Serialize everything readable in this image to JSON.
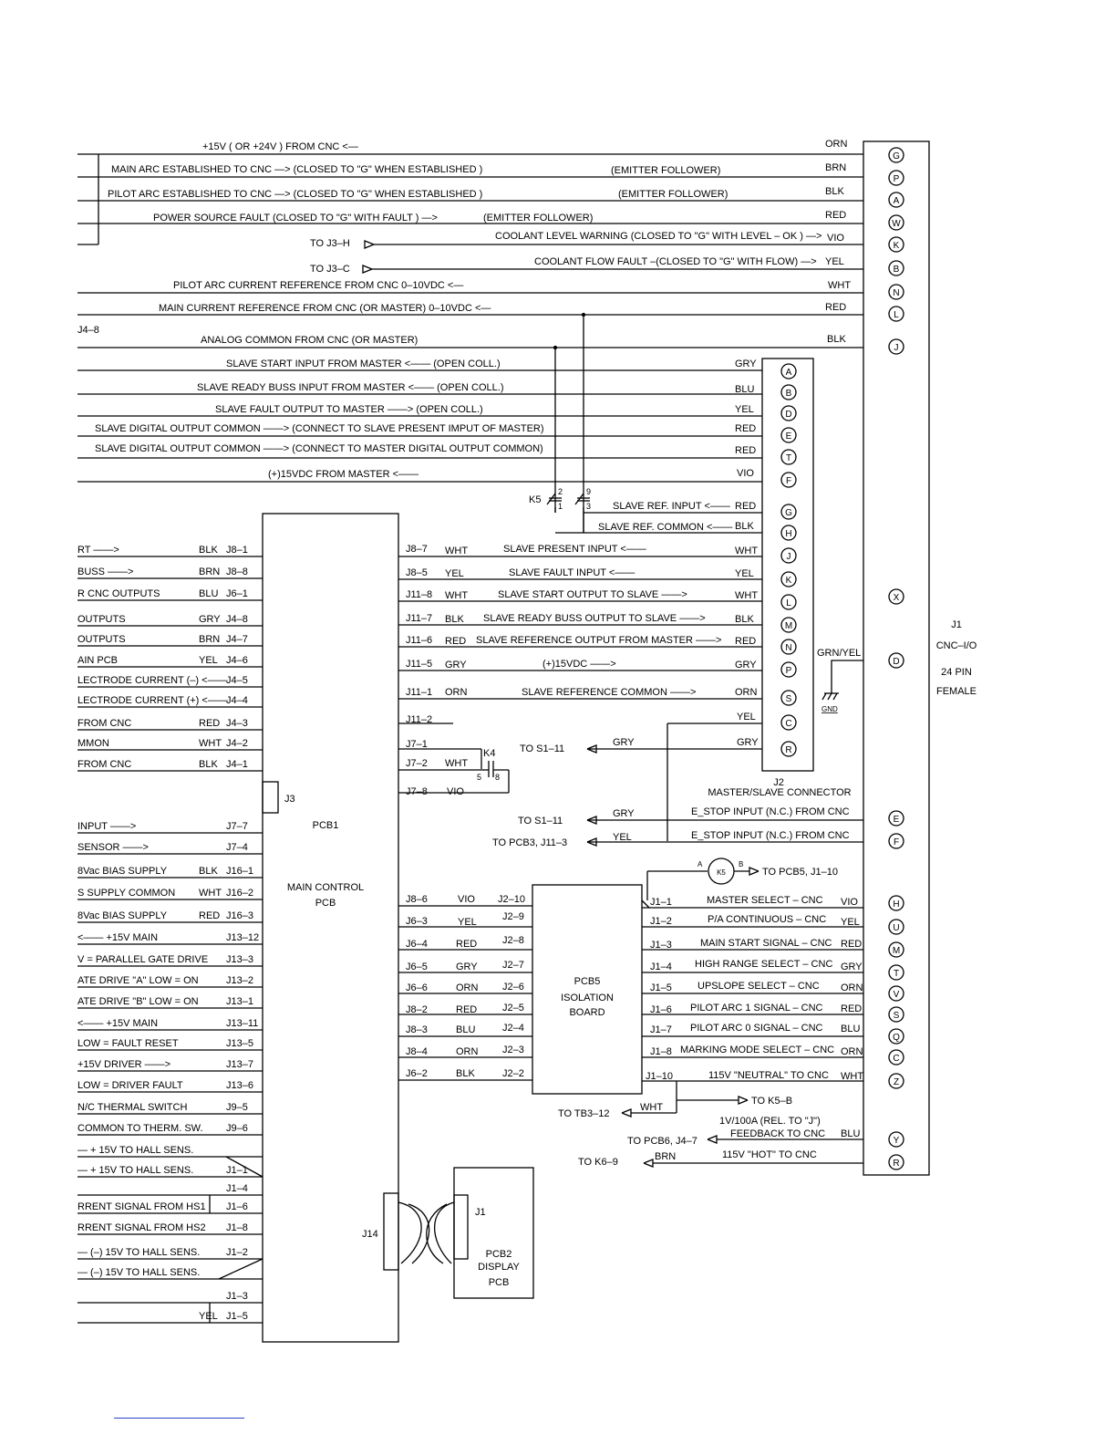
{
  "cnc_io_lines": [
    {
      "label": "+15V ( OR +24V ) FROM CNC <—",
      "color": "ORN",
      "pin": "G"
    },
    {
      "label": "MAIN ARC ESTABLISHED TO CNC —> (CLOSED TO \"G\" WHEN ESTABLISHED )",
      "note": "(EMITTER FOLLOWER)",
      "color": "BRN",
      "pin": "P"
    },
    {
      "label": "PILOT ARC ESTABLISHED TO CNC —> (CLOSED TO \"G\" WHEN ESTABLISHED )",
      "note": "(EMITTER FOLLOWER)",
      "color": "BLK",
      "pin": "A"
    },
    {
      "label": "POWER SOURCE FAULT (CLOSED TO \"G\" WITH  FAULT ) —>",
      "note": "(EMITTER FOLLOWER)",
      "color": "RED",
      "pin": "W"
    },
    {
      "label": "COOLANT LEVEL WARNING (CLOSED TO \"G\" WITH LEVEL – OK ) —>",
      "dest": "TO J3–H",
      "color": "VIO",
      "pin": "K"
    },
    {
      "label": "COOLANT FLOW  FAULT –(CLOSED TO \"G\" WITH FLOW) —>",
      "dest": "TO J3–C",
      "color": "YEL",
      "pin": "B"
    },
    {
      "label": "PILOT ARC CURRENT REFERENCE FROM CNC 0–10VDC <—",
      "color": "WHT",
      "pin": "N"
    },
    {
      "label": "MAIN CURRENT REFERENCE FROM CNC (OR MASTER) 0–10VDC <—",
      "color": "RED",
      "pin": "L"
    },
    {
      "label": "ANALOG COMMON FROM CNC (OR MASTER)",
      "color": "BLK",
      "pin": "J"
    }
  ],
  "j4_8_label": "J4–8",
  "slave_lines": [
    {
      "label": "SLAVE START INPUT FROM MASTER <—— (OPEN COLL.)",
      "color": "GRY",
      "pin": "A"
    },
    {
      "label": "SLAVE READY BUSS INPUT FROM MASTER <—— (OPEN COLL.)",
      "color": "BLU",
      "pin": "B"
    },
    {
      "label": "SLAVE FAULT OUTPUT TO MASTER ——> (OPEN COLL.)",
      "color": "YEL",
      "pin": "D"
    },
    {
      "label": "SLAVE DIGITAL OUTPUT COMMON ——> (CONNECT TO SLAVE PRESENT IMPUT OF MASTER)",
      "color": "RED",
      "pin": "E"
    },
    {
      "label": "SLAVE  DIGITAL OUTPUT COMMON ——> (CONNECT TO MASTER DIGITAL OUTPUT COMMON)",
      "color": "RED",
      "pin": "T"
    },
    {
      "label": "(+)15VDC FROM MASTER <——",
      "color": "VIO",
      "pin": "F"
    }
  ],
  "k5": {
    "name": "K5",
    "p2": "2",
    "p1": "1",
    "p9": "9",
    "p3": "3"
  },
  "slave_ref": [
    {
      "label": "SLAVE REF. INPUT <——",
      "color": "RED",
      "pin": "G"
    },
    {
      "label": "SLAVE REF. COMMON <——",
      "color": "BLK",
      "pin": "H"
    }
  ],
  "pcb1_right": [
    {
      "j": "J8–7",
      "w": "WHT",
      "label": "SLAVE PRESENT INPUT <——",
      "color": "WHT",
      "pin": "J"
    },
    {
      "j": "J8–5",
      "w": "YEL",
      "label": "SLAVE FAULT INPUT <——",
      "color": "YEL",
      "pin": "K"
    },
    {
      "j": "J11–8",
      "w": "WHT",
      "label": "SLAVE START OUTPUT TO SLAVE ——>",
      "color": "WHT",
      "pin": "L"
    },
    {
      "j": "J11–7",
      "w": "BLK",
      "label": "SLAVE READY BUSS OUTPUT TO SLAVE ——>",
      "color": "BLK",
      "pin": "M"
    },
    {
      "j": "J11–6",
      "w": "RED",
      "label": "SLAVE REFERENCE OUTPUT FROM MASTER ——>",
      "color": "RED",
      "pin": "N"
    },
    {
      "j": "J11–5",
      "w": "GRY",
      "label": "(+)15VDC ——>",
      "color": "GRY",
      "pin": "P"
    },
    {
      "j": "J11–1",
      "w": "ORN",
      "label": "SLAVE REFERENCE COMMON ——>",
      "color": "ORN",
      "pin": "S"
    },
    {
      "j": "J11–2",
      "w": "",
      "label": "",
      "color": "YEL",
      "pin": "C"
    },
    {
      "j": "J7–1",
      "w": "",
      "label": "",
      "color": "GRY",
      "pin": "R"
    },
    {
      "j": "J7–2",
      "w": "WHT",
      "label": "",
      "color": "",
      "pin": ""
    },
    {
      "j": "J7–8",
      "w": "VIO",
      "label": "",
      "color": "",
      "pin": ""
    }
  ],
  "grn_yel": "GRN/YEL",
  "gnd": "GND",
  "j2": {
    "name": "J2",
    "title": "MASTER/SLAVE CONNECTOR"
  },
  "k4": {
    "name": "K4",
    "p5": "5",
    "p8": "8",
    "dest": "TO S1–11",
    "wire": "GRY"
  },
  "estop": [
    {
      "dest": "TO S1–11",
      "wire": "GRY",
      "label": "E_STOP INPUT (N.C.) FROM CNC",
      "pin": "E"
    },
    {
      "dest": "TO PCB3, J11–3",
      "wire": "YEL",
      "label": "E_STOP INPUT (N.C.) FROM CNC",
      "pin": "F"
    }
  ],
  "j1_info": {
    "name": "J1",
    "title": "CNC–I/O",
    "pins": "24 PIN",
    "type": "FEMALE",
    "x_pin": "X",
    "d_pin": "D"
  },
  "k5_coil": {
    "a": "A",
    "b": "B",
    "name": "K5",
    "dest": "TO PCB5, J1–10"
  },
  "pcb1": {
    "name": "PCB1",
    "title1": "MAIN CONTROL",
    "title2": "PCB",
    "j3": "J3",
    "j14": "J14"
  },
  "pcb1_left": [
    {
      "text": "RT ——>",
      "w": "BLK",
      "j": "J8–1"
    },
    {
      "text": "BUSS ——>",
      "w": "BRN",
      "j": "J8–8"
    },
    {
      "text": "R CNC  OUTPUTS",
      "w": "BLU",
      "j": "J6–1"
    },
    {
      "text": "OUTPUTS",
      "w": "GRY",
      "j": "J4–8"
    },
    {
      "text": "OUTPUTS",
      "w": "BRN",
      "j": "J4–7"
    },
    {
      "text": "AIN PCB",
      "w": "YEL",
      "j": "J4–6"
    },
    {
      "text": "LECTRODE CURRENT (–) <——",
      "w": "",
      "j": "J4–5"
    },
    {
      "text": "LECTRODE CURRENT (+) <——",
      "w": "",
      "j": "J4–4"
    },
    {
      "text": "FROM CNC",
      "w": "RED",
      "j": "J4–3"
    },
    {
      "text": "MMON",
      "w": "WHT",
      "j": "J4–2"
    },
    {
      "text": "FROM CNC",
      "w": "BLK",
      "j": "J4–1"
    },
    {
      "text": "INPUT ——>",
      "w": "",
      "j": "J7–7"
    },
    {
      "text": "SENSOR ——>",
      "w": "",
      "j": "J7–4"
    },
    {
      "text": "8Vac BIAS SUPPLY",
      "w": "BLK",
      "j": "J16–1"
    },
    {
      "text": "S SUPPLY COMMON",
      "w": "WHT",
      "j": "J16–2"
    },
    {
      "text": "8Vac BIAS SUPPLY",
      "w": "RED",
      "j": "J16–3"
    },
    {
      "text": "<—— +15V MAIN",
      "w": "",
      "j": "J13–12"
    },
    {
      "text": "V = PARALLEL GATE DRIVE",
      "w": "",
      "j": "J13–3"
    },
    {
      "text": "ATE DRIVE \"A\" LOW = ON",
      "w": "",
      "j": "J13–2"
    },
    {
      "text": "ATE DRIVE \"B\" LOW = ON",
      "w": "",
      "j": "J13–1"
    },
    {
      "text": "<—— +15V MAIN",
      "w": "",
      "j": "J13–11"
    },
    {
      "text": "LOW = FAULT RESET",
      "w": "",
      "j": "J13–5"
    },
    {
      "text": "+15V DRIVER ——>",
      "w": "",
      "j": "J13–7"
    },
    {
      "text": "LOW = DRIVER FAULT",
      "w": "",
      "j": "J13–6"
    },
    {
      "text": "N/C THERMAL SWITCH",
      "w": "",
      "j": "J9–5"
    },
    {
      "text": "COMMON TO THERM. SW.",
      "w": "",
      "j": "J9–6"
    },
    {
      "text": "— + 15V TO HALL SENS.",
      "w": "",
      "j": ""
    },
    {
      "text": "— + 15V TO HALL SENS.",
      "w": "",
      "j": "J1–1"
    },
    {
      "text": "",
      "w": "",
      "j": "J1–4"
    },
    {
      "text": "RRENT SIGNAL FROM HS1",
      "w": "",
      "j": "J1–6"
    },
    {
      "text": "RRENT SIGNAL FROM HS2",
      "w": "",
      "j": "J1–8"
    },
    {
      "text": "— (–) 15V TO HALL SENS.",
      "w": "",
      "j": "J1–2"
    },
    {
      "text": "— (–) 15V TO HALL SENS.",
      "w": "",
      "j": ""
    },
    {
      "text": "",
      "w": "",
      "j": "J1–3"
    },
    {
      "text": "",
      "w": "YEL",
      "j": "J1–5"
    }
  ],
  "pcb5": {
    "name": "PCB5",
    "title1": "ISOLATION",
    "title2": "BOARD"
  },
  "pcb5_left": [
    {
      "j": "J8–6",
      "w": "VIO",
      "p": "J2–10"
    },
    {
      "j": "J6–3",
      "w": "YEL",
      "p": "J2–9"
    },
    {
      "j": "J6–4",
      "w": "RED",
      "p": "J2–8"
    },
    {
      "j": "J6–5",
      "w": "GRY",
      "p": "J2–7"
    },
    {
      "j": "J6–6",
      "w": "ORN",
      "p": "J2–6"
    },
    {
      "j": "J8–2",
      "w": "RED",
      "p": "J2–5"
    },
    {
      "j": "J8–3",
      "w": "BLU",
      "p": "J2–4"
    },
    {
      "j": "J8–4",
      "w": "ORN",
      "p": "J2–3"
    },
    {
      "j": "J6–2",
      "w": "BLK",
      "p": "J2–2"
    }
  ],
  "pcb5_right": [
    {
      "p": "J1–1",
      "label": "MASTER SELECT – CNC",
      "color": "VIO",
      "pin": "H"
    },
    {
      "p": "J1–2",
      "label": "P/A CONTINUOUS – CNC",
      "color": "YEL",
      "pin": "U"
    },
    {
      "p": "J1–3",
      "label": "MAIN START SIGNAL – CNC",
      "color": "RED",
      "pin": "M"
    },
    {
      "p": "J1–4",
      "label": "HIGH RANGE SELECT – CNC",
      "color": "GRY",
      "pin": "T"
    },
    {
      "p": "J1–5",
      "label": "UPSLOPE SELECT  –  CNC",
      "color": "ORN",
      "pin": "V"
    },
    {
      "p": "J1–6",
      "label": "PILOT ARC 1 SIGNAL –  CNC",
      "color": "RED",
      "pin": "S"
    },
    {
      "p": "J1–7",
      "label": "PILOT ARC 0 SIGNAL – CNC",
      "color": "BLU",
      "pin": "Q"
    },
    {
      "p": "J1–8",
      "label": "MARKING MODE SELECT – CNC",
      "color": "ORN",
      "pin": "C"
    },
    {
      "p": "J1–10",
      "label": "115V \"NEUTRAL\" TO CNC",
      "color": "WHT",
      "pin": "Z"
    }
  ],
  "bottom": {
    "to_k5b": "TO K5–B",
    "to_tb3": "TO TB3–12",
    "wht": "WHT",
    "feedback1": "1V/100A (REL. TO \"J\")",
    "feedback2": "FEEDBACK TO CNC",
    "feedback_color": "BLU",
    "feedback_pin": "Y",
    "to_pcb6": "TO PCB6, J4–7",
    "to_k6": "TO K6–9",
    "brn": "BRN",
    "hot": "115V \"HOT\" TO CNC",
    "hot_pin": "R"
  },
  "pcb2": {
    "j1": "J1",
    "name": "PCB2",
    "title1": "DISPLAY",
    "title2": "PCB"
  }
}
